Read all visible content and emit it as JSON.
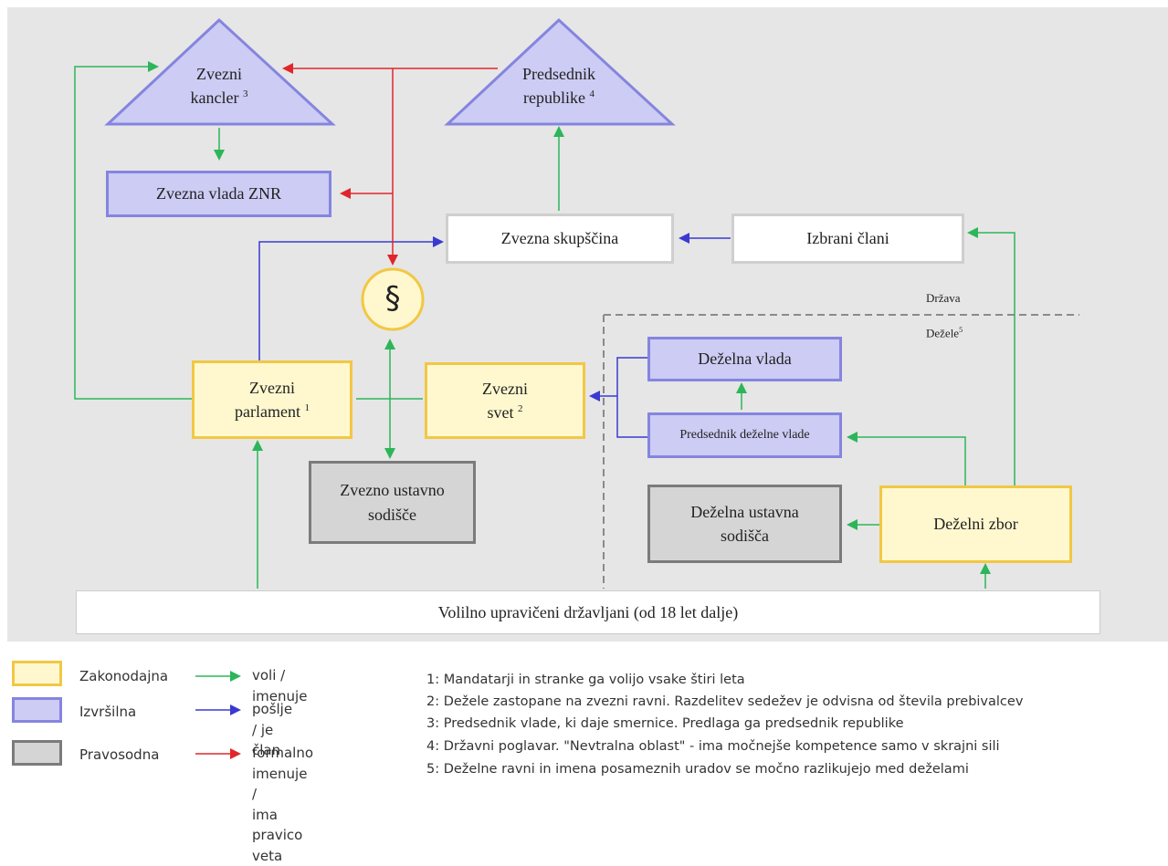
{
  "nodes": {
    "chancellor": {
      "line1": "Zvezni",
      "line2": "kancler",
      "sup": "3"
    },
    "president": {
      "line1": "Predsednik",
      "line2": "republike",
      "sup": "4"
    },
    "federal_government": {
      "label": "Zvezna vlada ZNR"
    },
    "federal_assembly": {
      "label": "Zvezna skupščina"
    },
    "elected_members": {
      "label": "Izbrani člani"
    },
    "constitution": {
      "symbol": "§"
    },
    "federal_parliament": {
      "line1": "Zvezni",
      "line2": "parlament",
      "sup": "1"
    },
    "federal_council": {
      "line1": "Zvezni",
      "line2": "svet",
      "sup": "2"
    },
    "state_government": {
      "label": "Deželna vlada"
    },
    "state_premier": {
      "label": "Predsednik deželne vlade"
    },
    "federal_constitutional_court": {
      "line1": "Zvezno ustavno",
      "line2": "sodišče"
    },
    "state_constitutional_courts": {
      "line1": "Deželna ustavna",
      "line2": "sodišča"
    },
    "state_parliament": {
      "label": "Deželni zbor"
    },
    "voters": {
      "label": "Volilno upravičeni državljani (od 18 let dalje)"
    }
  },
  "divider": {
    "upper_label": "Država",
    "lower_label": "Dežele",
    "lower_sup": "5"
  },
  "legend": {
    "branches": [
      {
        "label": "Zakonodajna",
        "kind": "legislative"
      },
      {
        "label": "Izvršilna",
        "kind": "executive"
      },
      {
        "label": "Pravosodna",
        "kind": "judicial"
      }
    ],
    "arrows": [
      {
        "label": "voli / imenuje",
        "color": "#2db55a"
      },
      {
        "label": "pošlje / je član",
        "color": "#3a3ad0"
      },
      {
        "line1": "formalno imenuje /",
        "line2": "ima pravico veta",
        "color": "#e0262c"
      }
    ]
  },
  "notes": [
    "1: Mandatarji in stranke ga volijo vsake štiri leta",
    "2: Dežele zastopane na zvezni ravni. Razdelitev sedežev je odvisna od števila prebivalcev",
    "3: Predsednik vlade, ki daje smernice. Predlaga ga predsednik republike",
    "4: Državni poglavar. \"Nevtralna oblast\" - ima močnejše kompetence samo v skrajni sili",
    "5: Deželne ravni in imena posameznih uradov se močno razlikujejo med deželami"
  ],
  "colors": {
    "background": "#e6e6e6",
    "legislative_fill": "#fff8cf",
    "legislative_border": "#f2c744",
    "executive_fill": "#ccccf4",
    "executive_border": "#8585df",
    "judicial_fill": "#d5d5d5",
    "judicial_border": "#7b7b7b",
    "green": "#2db55a",
    "blue": "#3a3ad0",
    "red": "#e0262c"
  }
}
